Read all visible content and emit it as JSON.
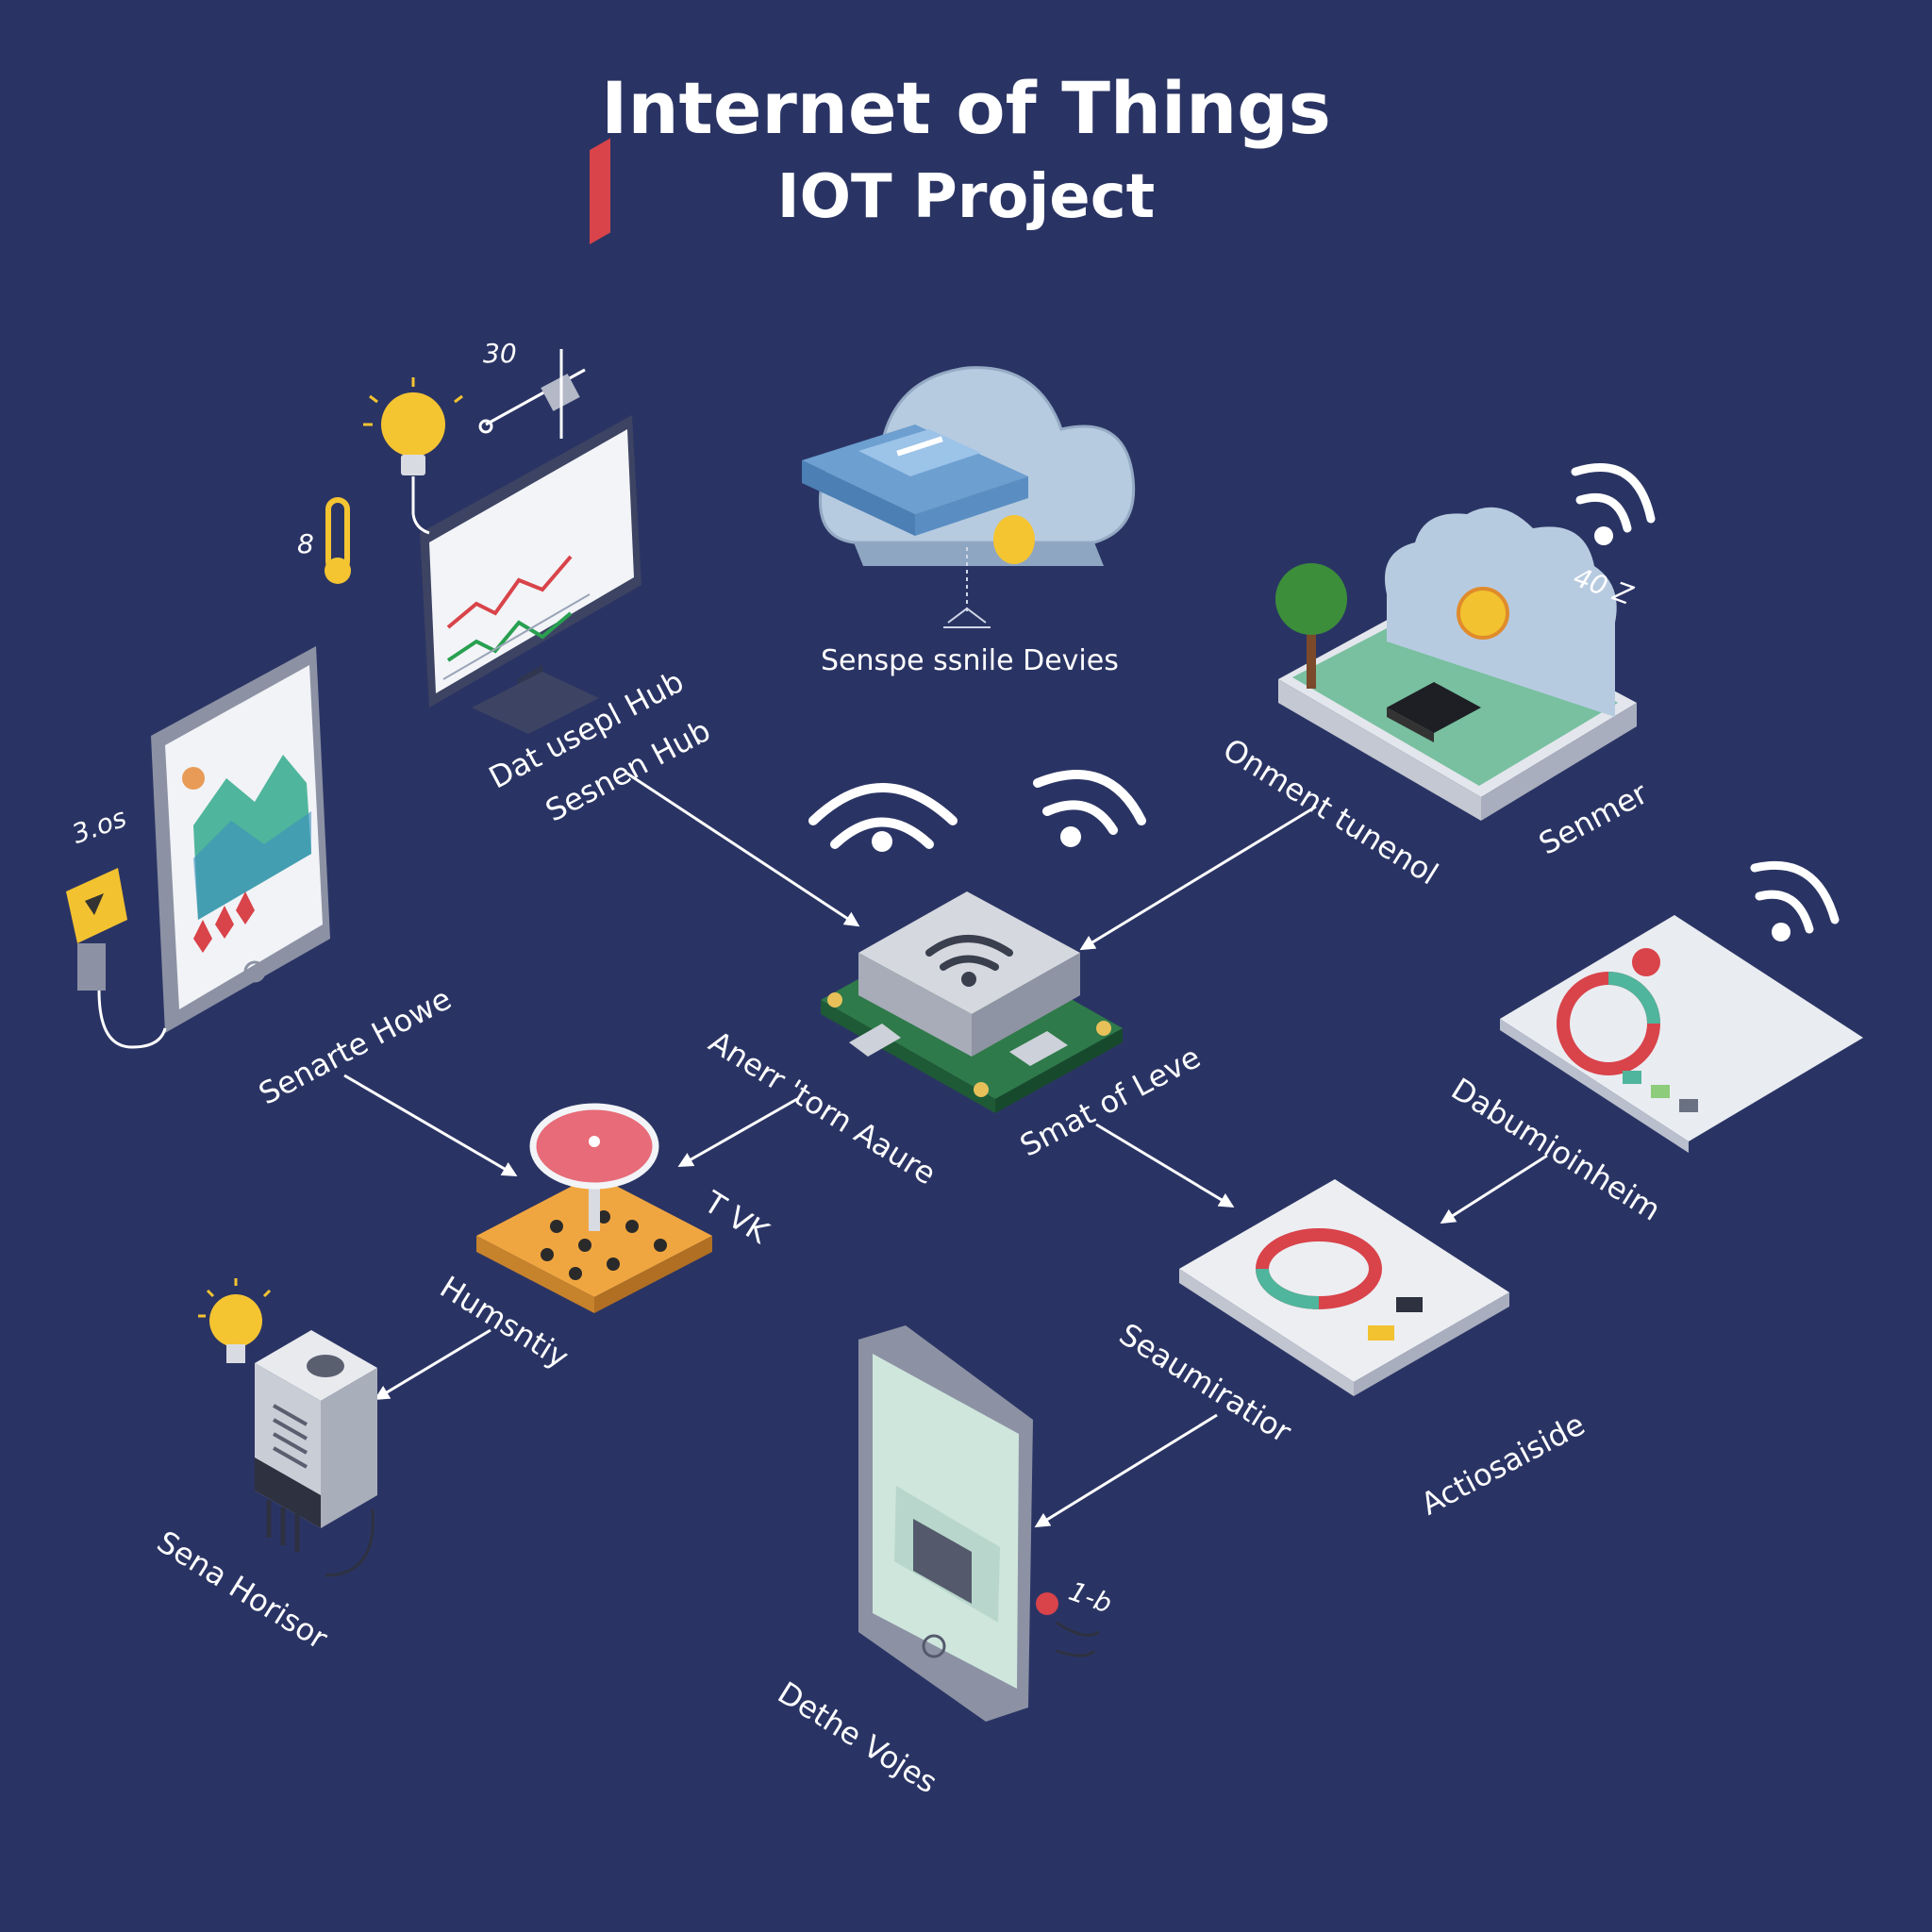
{
  "title": "Internet of Things",
  "subtitle": "IOT Project",
  "labels": {
    "cloud_top": "Senspe ssnile Devies",
    "hub_left_1": "Dat usepl Hub",
    "hub_left_2": "Sesnen Hub",
    "onment_1": "Onment tunenol",
    "senmer": "Senmer",
    "senarte": "Senarte Howe",
    "anerr": "Anerr 'torn Aaure",
    "smat": "Smat of Leve",
    "dabum": "Dabumioinheim",
    "humsntiy": "Humsntiy",
    "tvk": "T VK",
    "seaum": "Seaumiratior",
    "actiosa": "Actiosaiside",
    "sena_horisor": "Sena Horisor",
    "dethe": "Dethe Vojes",
    "num_30": "30",
    "num_8": "8",
    "num_3os": "3.os",
    "num_40": "40 Z",
    "num_1b": "1-b"
  },
  "icons": [
    "cloud-icon",
    "wifi-icon",
    "lightbulb-icon",
    "thermometer-icon",
    "monitor-icon",
    "smartphone-icon",
    "tablet-icon",
    "microchip-icon",
    "sensor-icon",
    "tree-icon",
    "sun-icon"
  ],
  "colors": {
    "background": "#2a3464",
    "cloud": "#b7cbe0",
    "board_green": "#2f7a4a",
    "accent_red": "#d9434a",
    "accent_yellow": "#f2c230",
    "accent_teal": "#4fb59c",
    "accent_orange": "#f0a640"
  }
}
